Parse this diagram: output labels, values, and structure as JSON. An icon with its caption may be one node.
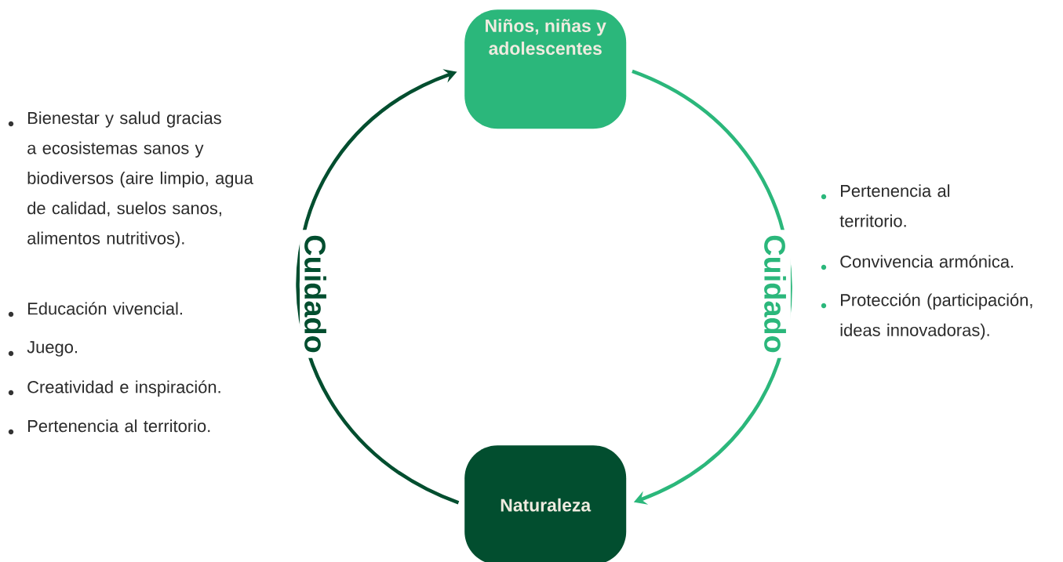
{
  "diagram": {
    "nodes": [
      {
        "text": [
          "Niños, niñas y adolescentes"
        ]
      },
      {
        "text": [
          "Naturaleza"
        ]
      }
    ],
    "edges": [
      {
        "from": 1,
        "to": 0,
        "arrow": "to",
        "label": "Cuidado",
        "color": "#024e2f"
      },
      {
        "from": 0,
        "to": 1,
        "arrow": "to",
        "label": "Cuidado",
        "color": "#2bb77b"
      }
    ],
    "labels": [
      "Bienestar y salud gracias a ecosistemas sanos y biodiversos (aire limpio, agua de calidad, suelos sanos, alimentos nutritivos).",
      "Educación vivencial.",
      "Juego.",
      "Creatividad e inspiración.",
      "Pertenencia al territorio.",
      "Pertenencia al territorio.",
      "Convivencia armónica.",
      "Protección (participación, ideas innovadoras)."
    ]
  }
}
